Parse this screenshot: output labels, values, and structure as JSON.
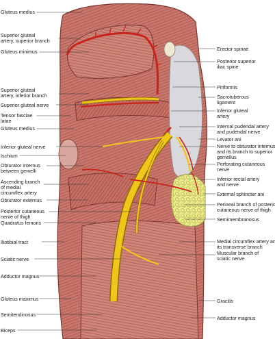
{
  "colors": {
    "muscle": "#c9776c",
    "muscle_dark": "#8e3f38",
    "muscle_light": "#e6b1a7",
    "nerve": "#f1c61a",
    "nerve_outline": "#8a6d0a",
    "artery": "#c8231c",
    "fascia": "#d9d9dd",
    "fat": "#ecec8a",
    "bone": "#efe6d3",
    "leader": "#333333"
  },
  "labels": {
    "left": [
      {
        "id": "gluteus-medius-top",
        "text": "Gluteus medius"
      },
      {
        "id": "sup-gluteal-artery-sup",
        "text": "Superior gluteal\nartery, superior branch"
      },
      {
        "id": "gluteus-minimus",
        "text": "Gluteus minimus"
      },
      {
        "id": "sup-gluteal-artery-inf",
        "text": "Superior gluteal\nartery, inferior branch"
      },
      {
        "id": "sup-gluteal-nerve",
        "text": "Superior gluteal nerve"
      },
      {
        "id": "tensor-fasciae-latae",
        "text": "Tensor fasciae\nlatae"
      },
      {
        "id": "gluteus-medius-mid",
        "text": "Gluteus medius"
      },
      {
        "id": "inf-gluteal-nerve",
        "text": "Inferior gluteal nerve"
      },
      {
        "id": "ischium",
        "text": "Ischium"
      },
      {
        "id": "obturator-internus",
        "text": "Obturator internus\nbetween gemelli"
      },
      {
        "id": "ascending-branch",
        "text": "Ascending branch\nof medial\ncircumflex artery"
      },
      {
        "id": "obturator-externus",
        "text": "Obturator externus"
      },
      {
        "id": "post-cut-nerve",
        "text": "Posterior cutaneous\nnerve of thigh"
      },
      {
        "id": "quadratus-femoris",
        "text": "Quadratus femoris"
      },
      {
        "id": "iliotibial-tract",
        "text": "Iliotibial tract"
      },
      {
        "id": "sciatic-nerve",
        "text": "Sciatic nerve"
      },
      {
        "id": "adductor-magnus-left",
        "text": "Adductor magnus"
      },
      {
        "id": "gluteus-maximus",
        "text": "Gluteus maximus"
      },
      {
        "id": "semitendinosus",
        "text": "Semitendinosus"
      },
      {
        "id": "biceps",
        "text": "Biceps"
      }
    ],
    "right": [
      {
        "id": "erector-spinae",
        "text": "Erector spinae"
      },
      {
        "id": "psis",
        "text": "Posterior superior\niliac spine"
      },
      {
        "id": "piriformis",
        "text": "Piriformis"
      },
      {
        "id": "sacrotuberous",
        "text": "Sacrotuberous\nligament"
      },
      {
        "id": "inf-gluteal-artery",
        "text": "Inferior gluteal\nartery"
      },
      {
        "id": "int-pudendal",
        "text": "Internal pudendal artery\nand pudendal nerve"
      },
      {
        "id": "levator-ani",
        "text": "Levator ani"
      },
      {
        "id": "nerve-obt-int",
        "text": "Nerve to obturator internus\nand its branch to superior\ngemellus"
      },
      {
        "id": "perforating-cut",
        "text": "Perforating cutaneous\nnerve"
      },
      {
        "id": "inf-rectal",
        "text": "Inferior rectal artery\nand nerve"
      },
      {
        "id": "ext-sphincter",
        "text": "External sphincter ani"
      },
      {
        "id": "perineal-branch",
        "text": "Perineal branch of posterior\ncutaneous nerve of thigh"
      },
      {
        "id": "semimembranosus",
        "text": "Semimembranosus"
      },
      {
        "id": "medial-circumflex",
        "text": "Medial circumflex artery and\nits transverse branch"
      },
      {
        "id": "muscular-branch",
        "text": "Muscular branch of\nsciatic nerve"
      },
      {
        "id": "gracilis",
        "text": "Gracilis"
      },
      {
        "id": "adductor-magnus-right",
        "text": "Adductor magnus"
      }
    ]
  }
}
